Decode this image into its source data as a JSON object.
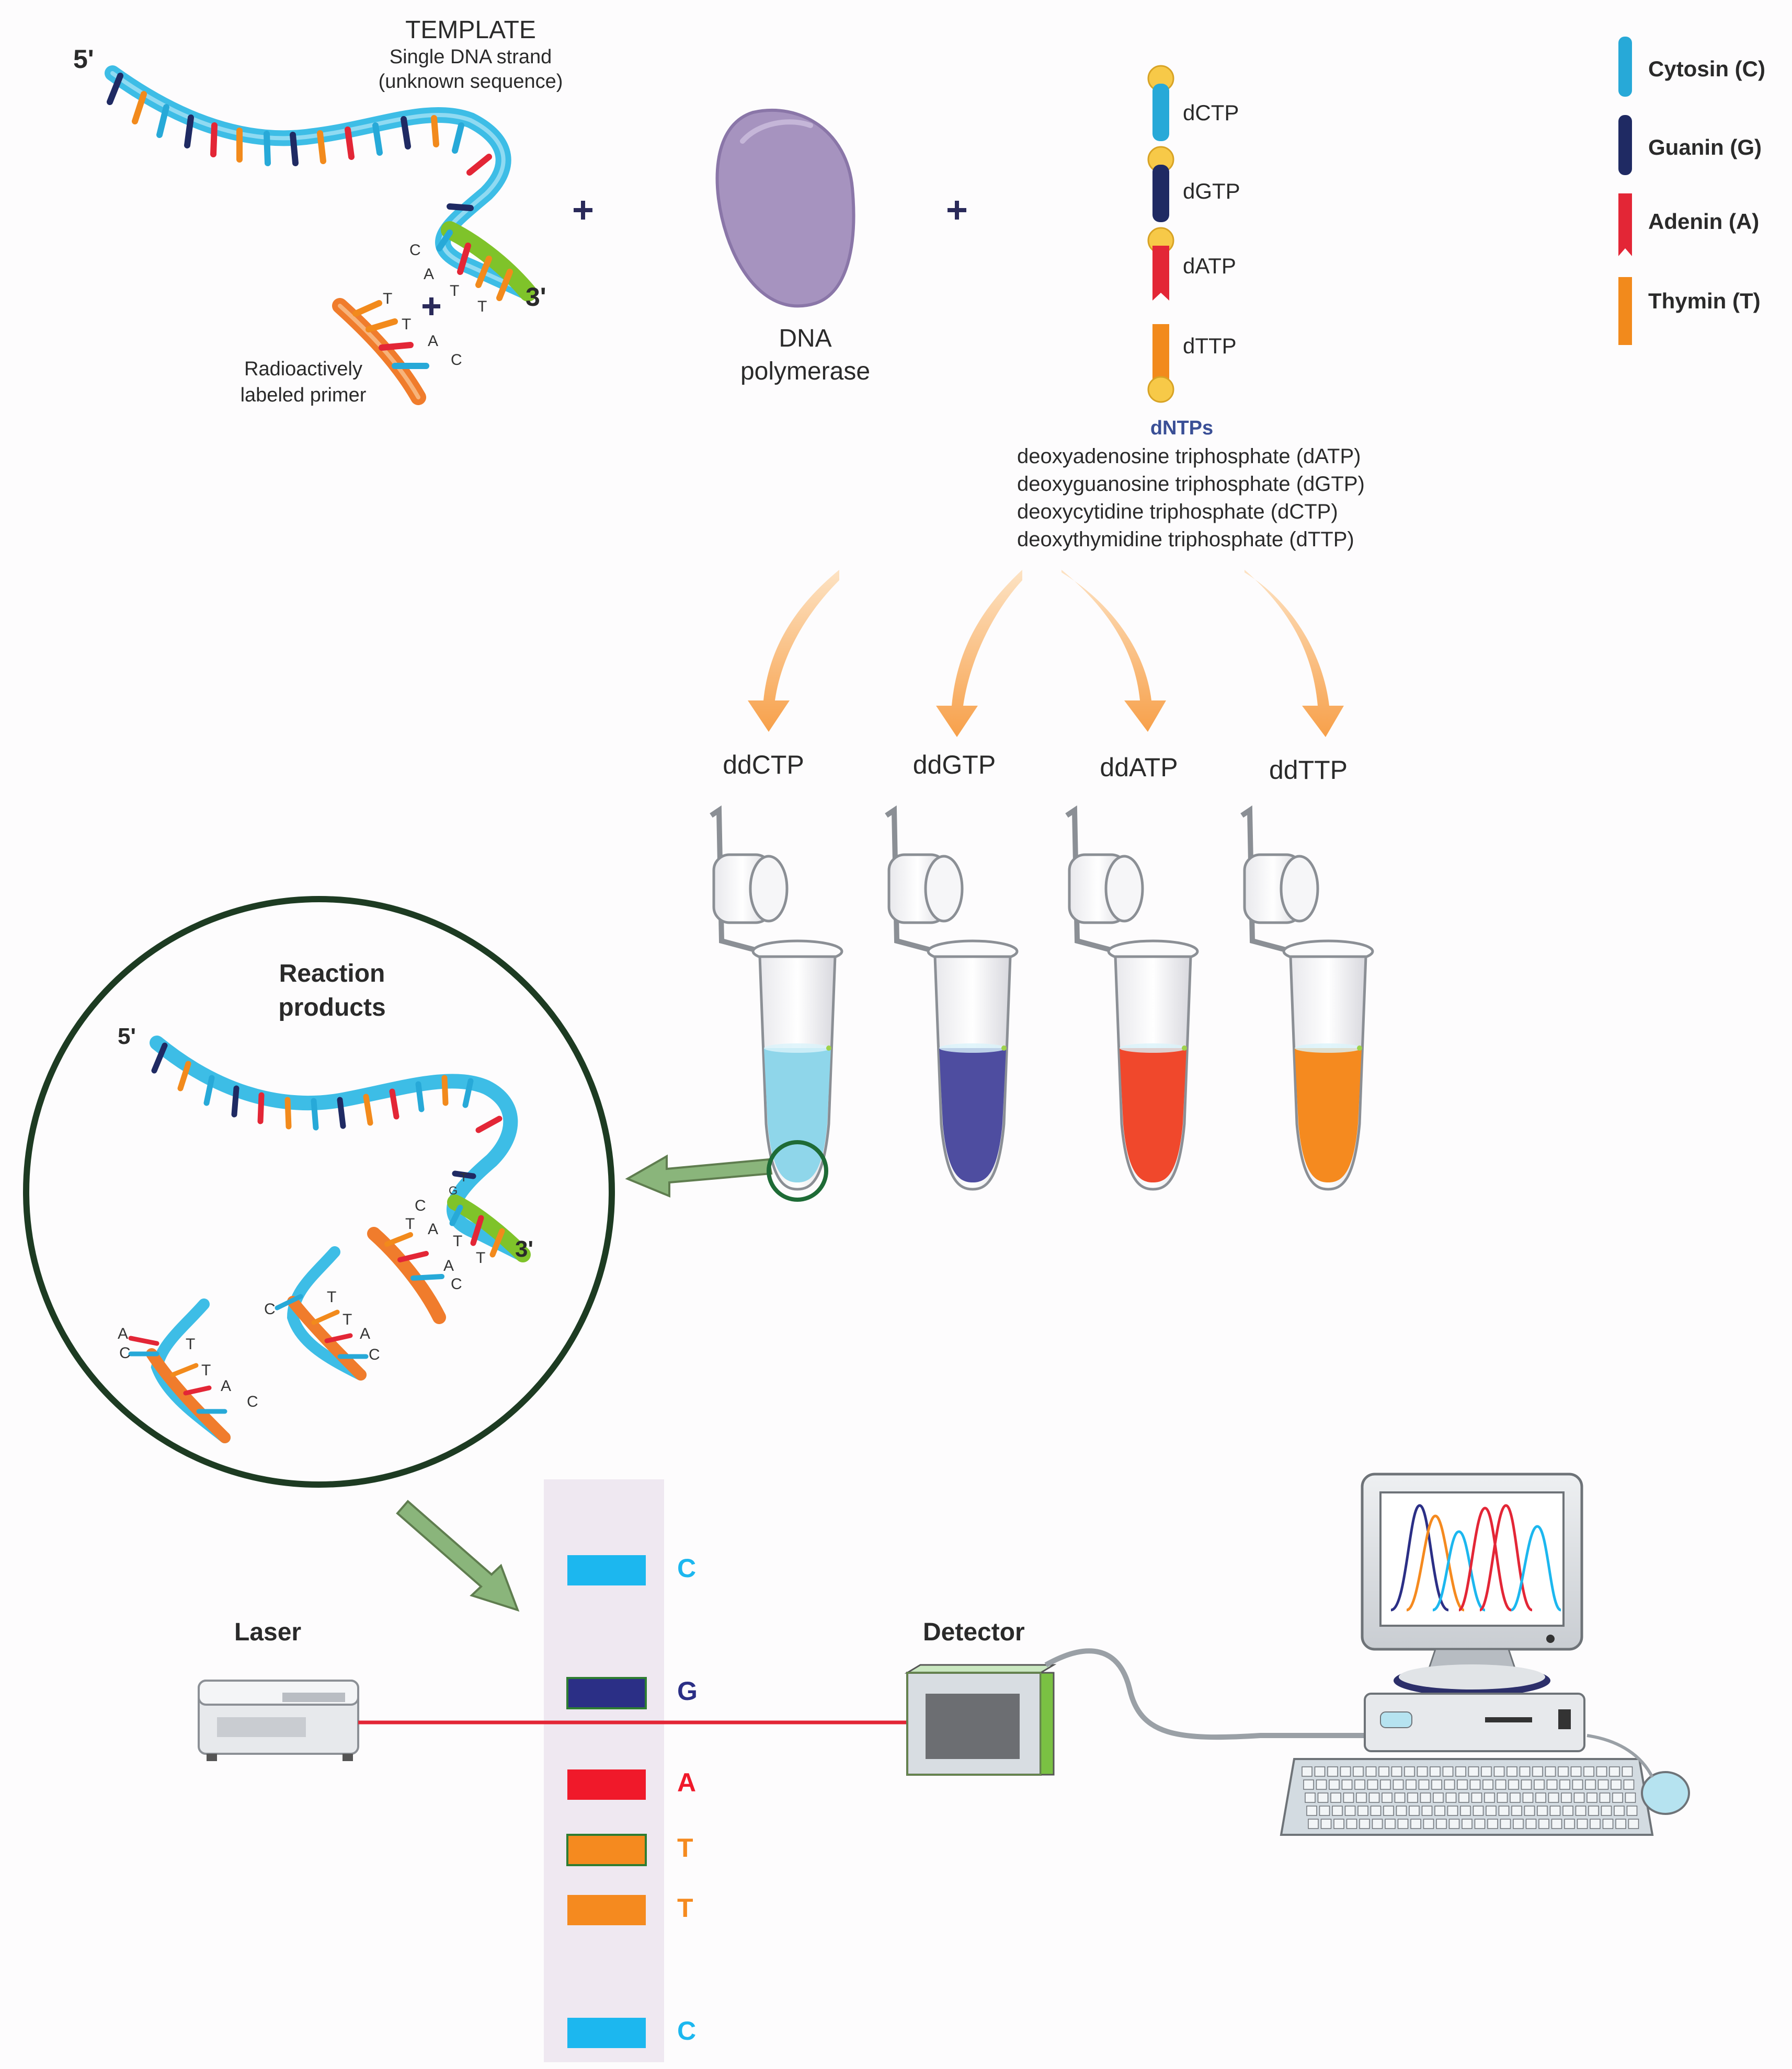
{
  "template": {
    "title": "TEMPLATE",
    "subtitle_line1": "Single DNA strand",
    "subtitle_line2": "(unknown sequence)",
    "five_prime": "5'",
    "three_prime": "3'"
  },
  "primer": {
    "label_line1": "Radioactively",
    "label_line2": "labeled primer",
    "bases": [
      "C",
      "A",
      "T",
      "T",
      "T",
      "T",
      "A",
      "C"
    ]
  },
  "plus": "+",
  "polymerase": {
    "line1": "DNA",
    "line2": "polymerase"
  },
  "nucleotides": {
    "items": [
      "dCTP",
      "dGTP",
      "dATP",
      "dTTP"
    ],
    "heading": "dNTPs",
    "descriptions": [
      "deoxyadenosine triphosphate (dATP)",
      "deoxyguanosine triphosphate (dGTP)",
      "deoxycytidine triphosphate (dCTP)",
      "deoxythymidine triphosphate (dTTP)"
    ]
  },
  "legend": [
    {
      "label": "Cytosin (C)",
      "color": "#27a9d8"
    },
    {
      "label": "Guanin (G)",
      "color": "#1f2a63"
    },
    {
      "label": "Adenin (A)",
      "color": "#e32636"
    },
    {
      "label": "Thymin (T)",
      "color": "#f28a1c"
    }
  ],
  "tubes": [
    {
      "label": "ddCTP",
      "liquid": "#8fd6ea"
    },
    {
      "label": "ddGTP",
      "liquid": "#4e4da0"
    },
    {
      "label": "ddATP",
      "liquid": "#f0482c"
    },
    {
      "label": "ddTTP",
      "liquid": "#f58a1f"
    }
  ],
  "products": {
    "title_line1": "Reaction",
    "title_line2": "products",
    "five_prime": "5'",
    "three_prime": "3'",
    "fragment_bases": [
      "C",
      "G",
      "T",
      "T",
      "A",
      "T",
      "T",
      "A",
      "C",
      "C",
      "T",
      "T",
      "A",
      "C",
      "A",
      "C",
      "T",
      "T",
      "A",
      "C"
    ]
  },
  "gel": {
    "bands": [
      {
        "letter": "C",
        "color": "#1cb7ef"
      },
      {
        "letter": "G",
        "color": "#2b2f86"
      },
      {
        "letter": "A",
        "color": "#f0192a"
      },
      {
        "letter": "T",
        "color": "#f58a1f"
      },
      {
        "letter": "T",
        "color": "#f58a1f"
      },
      {
        "letter": "C",
        "color": "#1cb7ef"
      }
    ]
  },
  "laser": {
    "label": "Laser"
  },
  "detector": {
    "label": "Detector"
  },
  "colors": {
    "arrow_orange": "#f7a04a",
    "laser_beam": "#e32636",
    "circle": "#1d3b22",
    "green_arrow": "#7fa86a"
  }
}
